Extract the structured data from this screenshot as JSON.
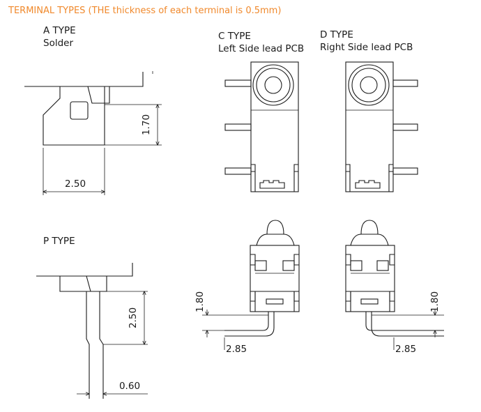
{
  "title": "TERMINAL TYPES (THE thickness of each terminal is 0.5mm)",
  "title_color": "#f0892c",
  "a_type": {
    "name": "A TYPE",
    "sub": "Solder",
    "dim_height": "1.70",
    "dim_width": "2.50"
  },
  "p_type": {
    "name": "P TYPE",
    "dim_length": "2.50",
    "dim_width": "0.60"
  },
  "c_type": {
    "name": "C TYPE",
    "sub": "Left Side lead PCB",
    "dim_height": "1.80",
    "dim_offset": "2.85"
  },
  "d_type": {
    "name": "D TYPE",
    "sub": "Right Side lead PCB",
    "dim_height": "1.80",
    "dim_offset": "2.85"
  }
}
